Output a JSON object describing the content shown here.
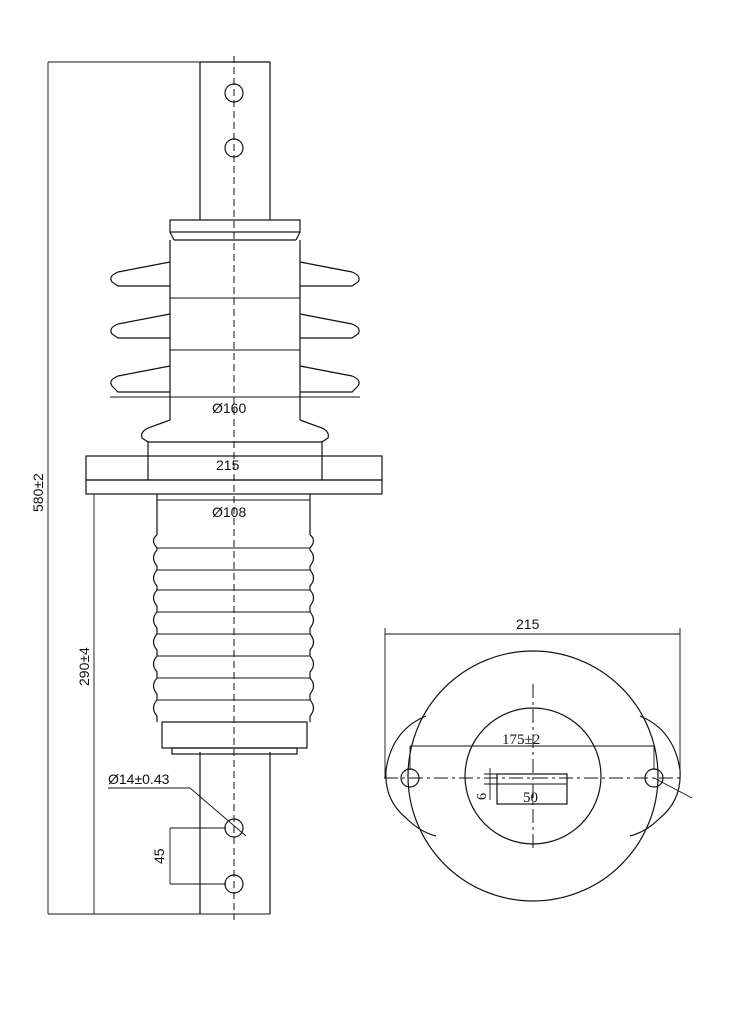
{
  "dimensions": {
    "overall_height": "580±2",
    "lower_height": "290±4",
    "shed_diameter": "Ø160",
    "flange_width": "215",
    "lower_diameter": "Ø108",
    "hole_diameter": "Ø14±0.43",
    "hole_spacing": "45",
    "plan_width": "215",
    "bolt_circle": "175±2",
    "slot_height": "6",
    "slot_width": "50"
  }
}
